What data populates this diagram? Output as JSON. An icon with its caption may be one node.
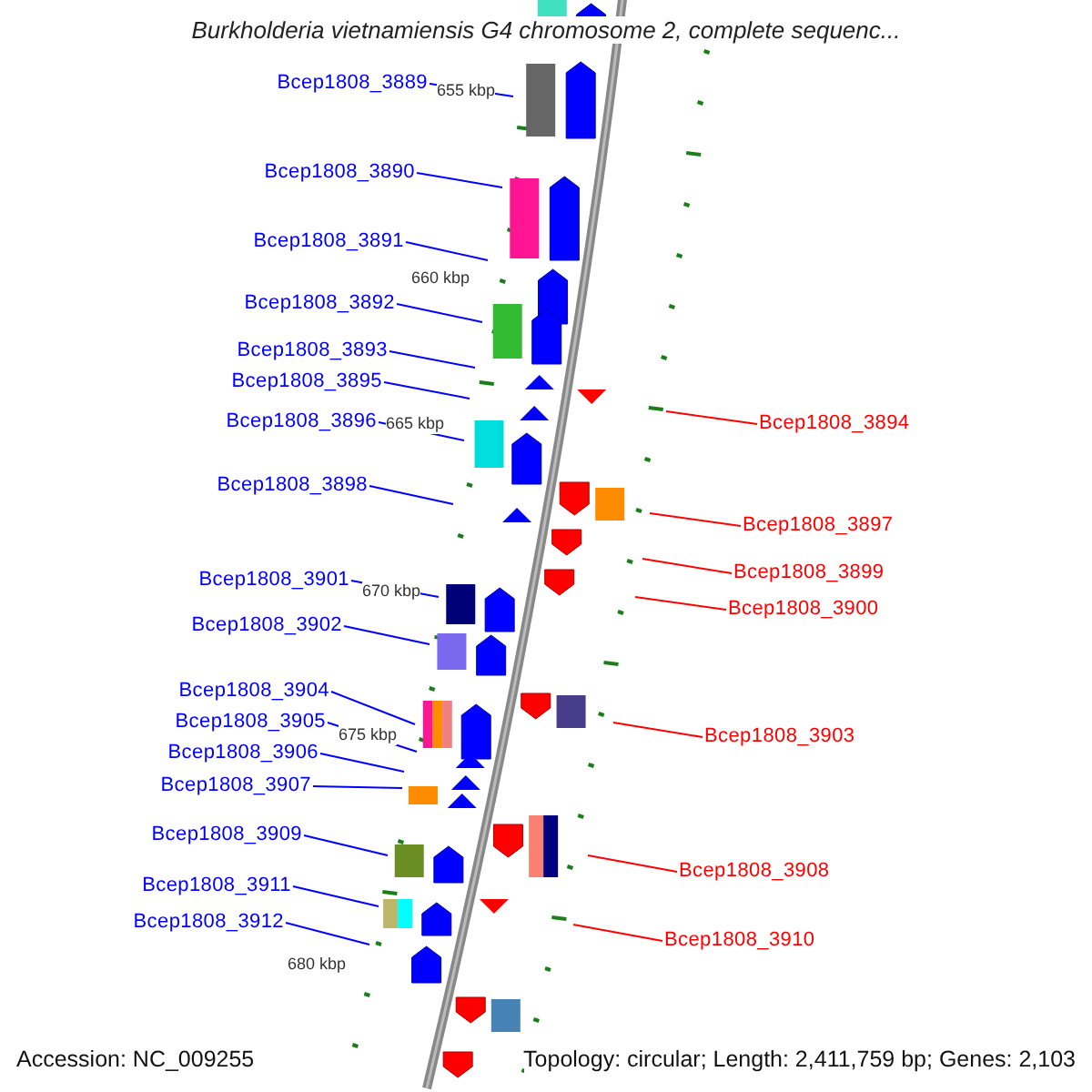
{
  "diagram": {
    "title": "Burkholderia vietnamiensis G4 chromosome 2, complete sequenc...",
    "nodes": [
      {
        "text": [
          "Bcep1808_3889"
        ]
      },
      {
        "text": [
          "Bcep1808_3890"
        ]
      },
      {
        "text": [
          "Bcep1808_3891"
        ]
      },
      {
        "text": [
          "Bcep1808_3892"
        ]
      },
      {
        "text": [
          "Bcep1808_3893"
        ]
      },
      {
        "text": [
          "Bcep1808_3895"
        ]
      },
      {
        "text": [
          "Bcep1808_3894"
        ]
      },
      {
        "text": [
          "Bcep1808_3896"
        ]
      },
      {
        "text": [
          "Bcep1808_3898"
        ]
      },
      {
        "text": [
          "Bcep1808_3897"
        ]
      },
      {
        "text": [
          "Bcep1808_3899"
        ]
      },
      {
        "text": [
          "Bcep1808_3901"
        ]
      },
      {
        "text": [
          "Bcep1808_3900"
        ]
      },
      {
        "text": [
          "Bcep1808_3902"
        ]
      },
      {
        "text": [
          "Bcep1808_3904"
        ]
      },
      {
        "text": [
          "Bcep1808_3905"
        ]
      },
      {
        "text": [
          "Bcep1808_3903"
        ]
      },
      {
        "text": [
          "Bcep1808_3906"
        ]
      },
      {
        "text": [
          "Bcep1808_3907"
        ]
      },
      {
        "text": [
          "Bcep1808_3909"
        ]
      },
      {
        "text": [
          "Bcep1808_3908"
        ]
      },
      {
        "text": [
          "Bcep1808_3911"
        ]
      },
      {
        "text": [
          "Bcep1808_3912"
        ]
      },
      {
        "text": [
          "Bcep1808_3910"
        ]
      }
    ],
    "edges": [
      {
        "from": 0,
        "to": null,
        "arrow": "none"
      },
      {
        "from": 1,
        "to": null,
        "arrow": "none"
      },
      {
        "from": 2,
        "to": null,
        "arrow": "none"
      },
      {
        "from": 3,
        "to": null,
        "arrow": "none"
      },
      {
        "from": 4,
        "to": null,
        "arrow": "none"
      },
      {
        "from": 5,
        "to": null,
        "arrow": "none"
      },
      {
        "from": 6,
        "to": null,
        "arrow": "none",
        "color": "#ff0000"
      },
      {
        "from": 7,
        "to": null,
        "arrow": "none"
      },
      {
        "from": 8,
        "to": null,
        "arrow": "none"
      },
      {
        "from": 9,
        "to": null,
        "arrow": "none",
        "color": "#ff0000"
      },
      {
        "from": 10,
        "to": null,
        "arrow": "none",
        "color": "#ff0000"
      },
      {
        "from": 11,
        "to": null,
        "arrow": "none"
      },
      {
        "from": 12,
        "to": null,
        "arrow": "none",
        "color": "#ff0000"
      },
      {
        "from": 13,
        "to": null,
        "arrow": "none"
      },
      {
        "from": 14,
        "to": null,
        "arrow": "none"
      },
      {
        "from": 15,
        "to": null,
        "arrow": "none"
      },
      {
        "from": 16,
        "to": null,
        "arrow": "none",
        "color": "#ff0000"
      },
      {
        "from": 17,
        "to": null,
        "arrow": "none"
      },
      {
        "from": 18,
        "to": null,
        "arrow": "none"
      },
      {
        "from": 19,
        "to": null,
        "arrow": "none"
      },
      {
        "from": 20,
        "to": null,
        "arrow": "none",
        "color": "#ff0000"
      },
      {
        "from": 21,
        "to": null,
        "arrow": "none"
      },
      {
        "from": 22,
        "to": null,
        "arrow": "none"
      },
      {
        "from": 23,
        "to": null,
        "arrow": "none",
        "color": "#ff0000"
      }
    ],
    "labels": [
      "655 kbp",
      "660 kbp",
      "665 kbp",
      "670 kbp",
      "675 kbp",
      "680 kbp",
      "Accession: NC_009255",
      "Topology: circular; Length: 2,411,759 bp; Genes: 2,103"
    ]
  }
}
